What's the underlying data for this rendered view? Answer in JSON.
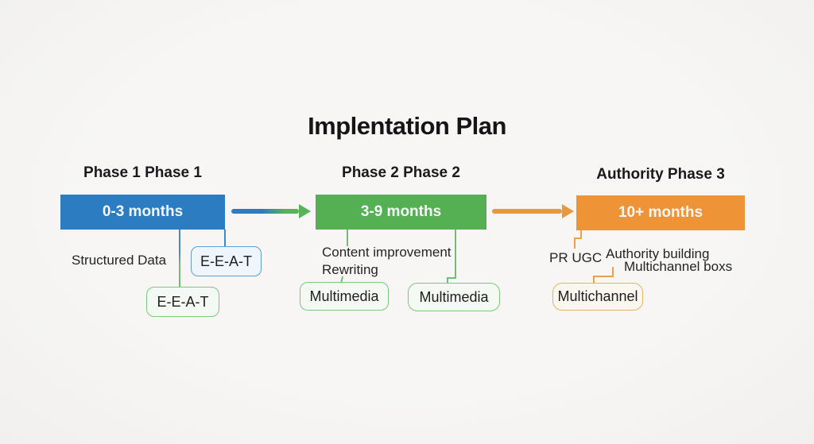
{
  "title": "Implentation Plan",
  "phase1": {
    "header": "Phase 1 Phase 1",
    "bar_label": "0-3 months",
    "bar_color": "#2C7CC1",
    "note": "Structured Data",
    "box_blue": "E-E-A-T",
    "box_green": "E-E-A-T"
  },
  "phase2": {
    "header": "Phase 2 Phase 2",
    "bar_label": "3-9 months",
    "bar_color": "#55B054",
    "note_line1": "Content improvement",
    "note_line2": "Rewriting",
    "box_left": "Multimedia",
    "box_right": "Multimedia"
  },
  "phase3": {
    "header": "Authority Phase 3",
    "bar_label": "10+ months",
    "bar_color": "#EF9337",
    "note_left": "PR UGC",
    "note_right_line1": "Authority building",
    "note_right_line2": "Multichannel boxs",
    "box": "Multichannel"
  },
  "colors": {
    "background": "#F5F4F2",
    "blue": "#2C7CC1",
    "green": "#55B054",
    "orange": "#EF9337",
    "connector_blue": "#4489C6",
    "connector_green": "#6FBF72",
    "connector_orange": "#E6A24F",
    "text": "#1C1C1E"
  }
}
